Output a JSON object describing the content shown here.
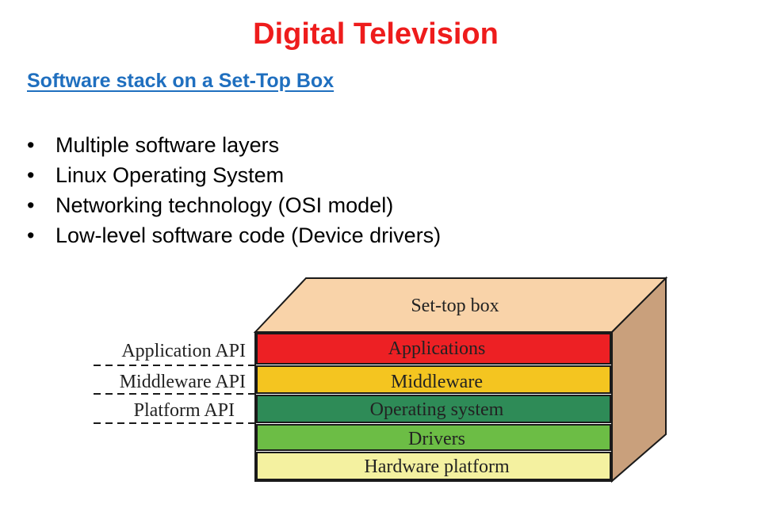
{
  "slide": {
    "title": "Digital Television",
    "subtitle": "Software stack on a Set-Top Box",
    "bullets": [
      "Multiple software layers",
      "Linux Operating System",
      "Networking technology (OSI model)",
      "Low-level software code (Device drivers)"
    ],
    "bullet_glyph": "•"
  },
  "diagram": {
    "box_label": "Set-top box",
    "layers": [
      {
        "label": "Applications",
        "color": "#ed2024"
      },
      {
        "label": "Middleware",
        "color": "#f4c520"
      },
      {
        "label": "Operating system",
        "color": "#2e8b57"
      },
      {
        "label": "Drivers",
        "color": "#6cbd45"
      },
      {
        "label": "Hardware platform",
        "color": "#f4f1a0"
      }
    ],
    "apis": [
      "Application API",
      "Middleware API",
      "Platform API"
    ],
    "colors": {
      "top_face": "#f9d3a9",
      "side_face": "#c9a07c",
      "outline": "#1a1a1a"
    }
  }
}
